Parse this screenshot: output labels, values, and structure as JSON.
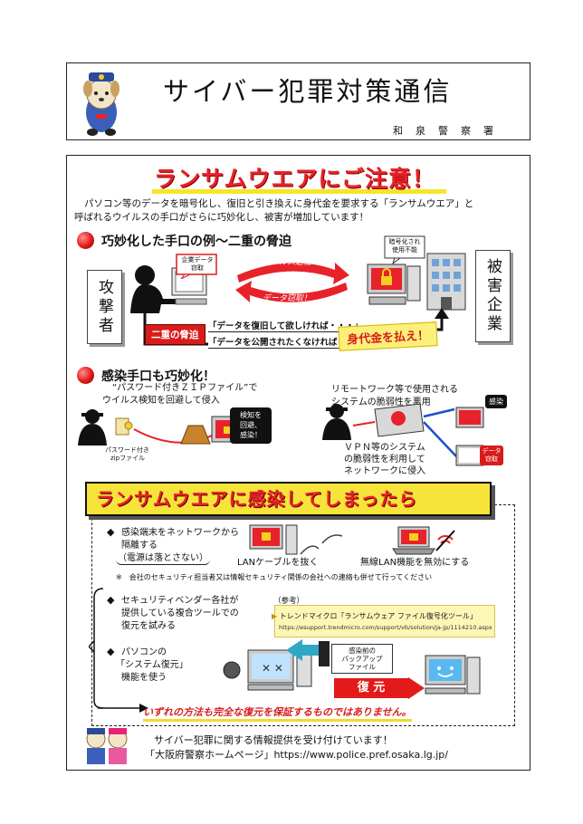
{
  "header": {
    "title": "サイバー犯罪対策通信",
    "station": "和泉警察署"
  },
  "warning_title": "ランサムウエアにご注意！",
  "intro_line1": "パソコン等のデータを暗号化し、復旧と引き換えに身代金を要求する「ランサムウエア」と",
  "intro_line2": "呼ばれるウイルスの手口がさらに巧妙化し、被害が増加しています！",
  "section1": {
    "heading": "巧妙化した手口の例〜二重の脅迫",
    "attacker": "攻撃者",
    "victim": "被害企業",
    "bubble_steal": "企業データ\n窃取",
    "bubble_encrypted": "暗号化され\n使用不能",
    "virus_send": "ウイルス送信！",
    "data_steal": "データ窃取！",
    "double_threat": "二重の脅迫",
    "quote1": "「データを復旧して欲しければ・・・」",
    "quote2": "「データを公開されたくなければ・・・」",
    "ransom": "身代金を払え！"
  },
  "section2": {
    "heading": "感染手口も巧妙化！",
    "zip_line1": "“パスワード付きＺＩＰファイル”で",
    "zip_line2": "ウイルス検知を回避して侵入",
    "zip_label1": "パスワード付き",
    "zip_label2": "zipファイル",
    "evade1": "検知を",
    "evade2": "回避、",
    "evade3": "感染！",
    "remote_line1": "リモートワーク等で使用される",
    "remote_line2": "システムの脆弱性を悪用",
    "vpn_line1": "ＶＰＮ等のシステム",
    "vpn_line2": "の脆弱性を利用して",
    "vpn_line3": "ネットワークに侵入",
    "infect_tag": "感染",
    "data_tag1": "データ",
    "data_tag2": "窃取"
  },
  "infected": {
    "banner": "ランサムウエアに感染してしまったら",
    "item1_line1": "感染端末をネットワークから",
    "item1_line2": "隔離する",
    "item1_line3": "（電源は落とさない）",
    "lan_cable": "LANケーブルを抜く",
    "wifi_off": "無線LAN機能を無効にする",
    "note": "※　会社のセキュリティ担当者又は情報セキュリティ関係の会社への連絡も併せて行ってください",
    "item2_line1": "セキュリティベンダー各社が",
    "item2_line2": "提供している複合ツールでの",
    "item2_line3": "復元を試みる",
    "ref_label": "（参考）",
    "ref_title": "トレンドマイクロ「ランサムウェア ファイル復号化ツール」",
    "ref_url": "https://esupport.trendmicro.com/support/vb/solution/ja-jp/1114210.aspx",
    "item3_line1": "パソコンの",
    "item3_line2": "「システム復元」",
    "item3_line3": "機能を使う",
    "backup1": "感染前の",
    "backup2": "バックアップ",
    "backup3": "ファイル",
    "restore": "復 元",
    "disclaimer": "いずれの方法も完全な復元を保証するものではありません。"
  },
  "footer": {
    "line1": "サイバー犯罪に関する情報提供を受け付けています！",
    "line2": "「大阪府警察ホームページ」https://www.police.pref.osaka.lg.jp/"
  },
  "colors": {
    "accent_red": "#e8222a",
    "banner_yellow": "#f7e43a"
  }
}
